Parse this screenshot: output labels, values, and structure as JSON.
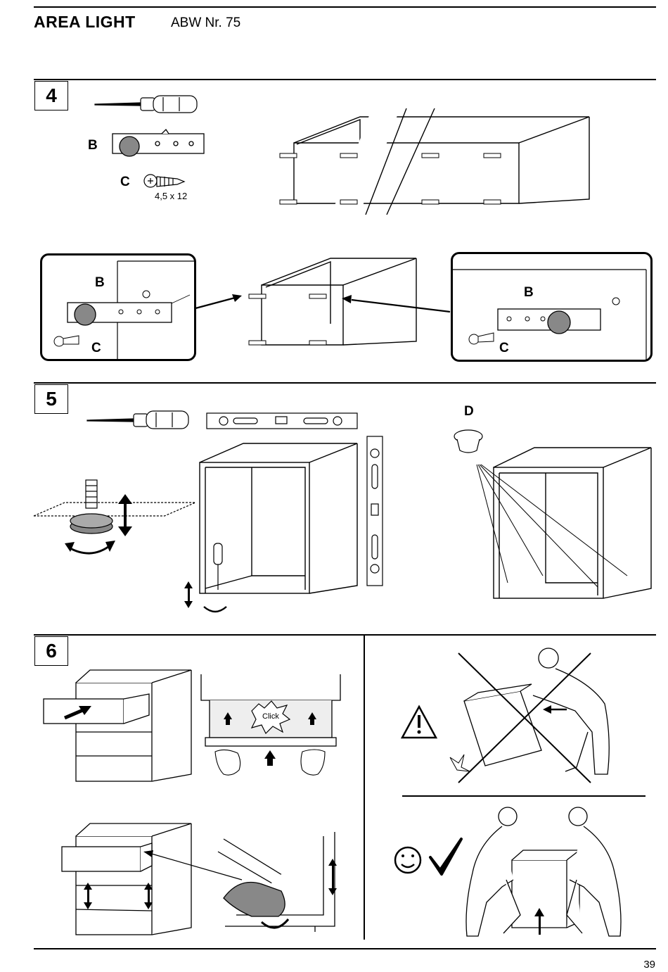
{
  "header": {
    "title": "AREA LIGHT",
    "subtitle": "ABW Nr. 75"
  },
  "steps": [
    {
      "number": "4"
    },
    {
      "number": "5"
    },
    {
      "number": "6"
    }
  ],
  "parts": {
    "b": "B",
    "c": "C",
    "d": "D",
    "screw_size": "4,5 x 12"
  },
  "zoom_left": {
    "b": "B",
    "c": "C"
  },
  "zoom_right": {
    "b": "B",
    "c": "C"
  },
  "click_label": "Click",
  "page_number": "39"
}
